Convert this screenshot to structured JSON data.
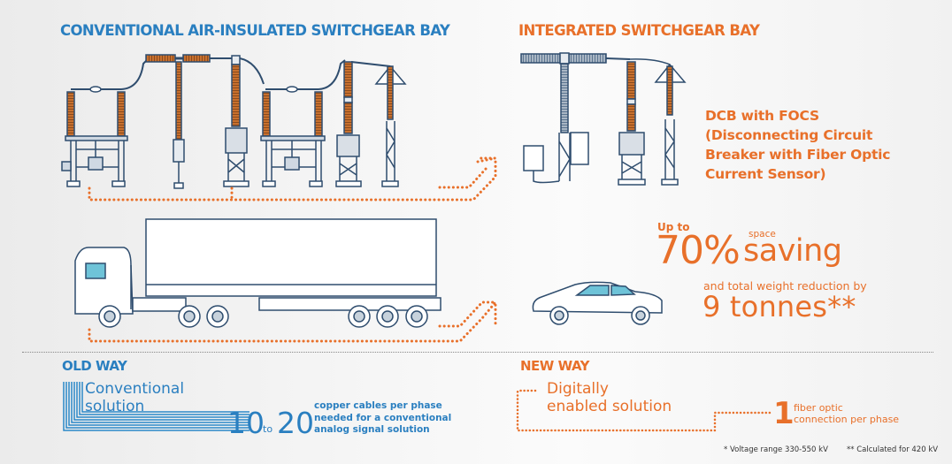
{
  "headings": {
    "conventional": "CONVENTIONAL AIR-INSULATED SWITCHGEAR BAY",
    "integrated": "INTEGRATED SWITCHGEAR BAY"
  },
  "dcb_label": {
    "line1": "DCB with FOCS",
    "line2": "(Disconnecting Circuit",
    "line3": "Breaker with Fiber Optic",
    "line4": "Current Sensor)"
  },
  "saving": {
    "up_to": "Up to",
    "percent": "70%",
    "space": "space",
    "saving": "saving",
    "weight_text": "and total weight reduction by",
    "tonnes": "9 tonnes**"
  },
  "old_way": {
    "title": "OLD WAY",
    "solution_line1": "Conventional",
    "solution_line2": "solution",
    "num_from": "10",
    "to": "to",
    "num_to": "20",
    "desc_line1": "copper cables per phase",
    "desc_line2": "needed for a conventional",
    "desc_line3": "analog signal solution"
  },
  "new_way": {
    "title": "NEW WAY",
    "solution_line1": "Digitally",
    "solution_line2": "enabled solution",
    "num": "1",
    "desc_line1": "fiber optic",
    "desc_line2": "connection per phase"
  },
  "footnotes": {
    "voltage": "* Voltage range 330-550 kV",
    "calculated": "** Calculated for 420 kV"
  },
  "colors": {
    "blue": "#2a7fc0",
    "orange": "#e8702a",
    "navy": "#3b5a7a",
    "insulator": "#c8702e"
  }
}
